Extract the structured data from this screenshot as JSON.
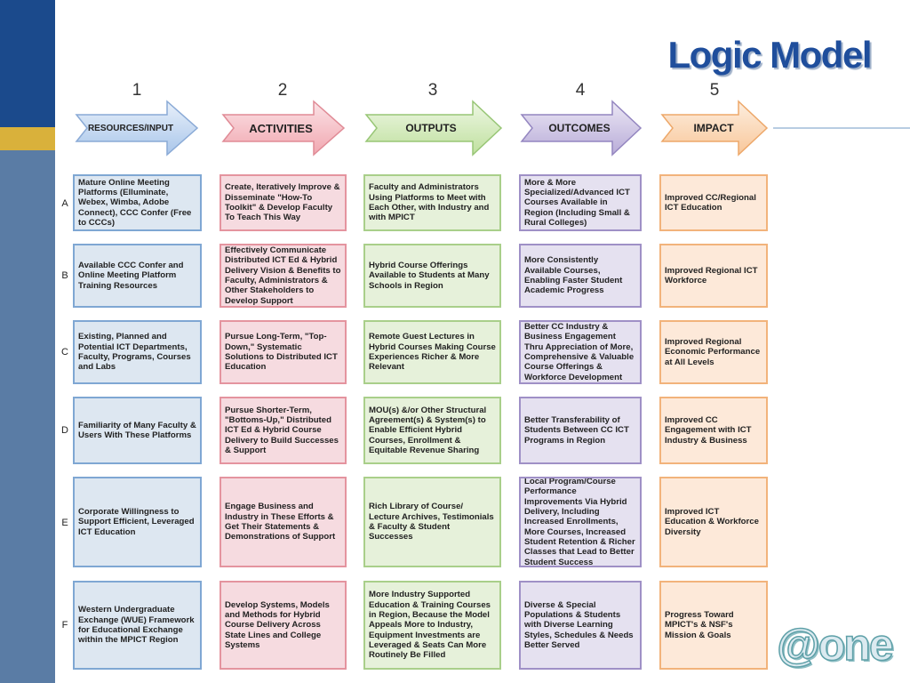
{
  "title": "Logic Model",
  "logo_text": "@one",
  "columns": [
    {
      "number": "1",
      "label": "RESOURCES/INPUT"
    },
    {
      "number": "2",
      "label": "ACTIVITIES"
    },
    {
      "number": "3",
      "label": "OUTPUTS"
    },
    {
      "number": "4",
      "label": "OUTCOMES"
    },
    {
      "number": "5",
      "label": "IMPACT"
    }
  ],
  "rows": [
    {
      "letter": "A",
      "cells": [
        "Mature Online Meeting Platforms (Elluminate, Webex, Wimba, Adobe Connect), CCC Confer (Free to CCCs)",
        "Create, Iteratively Improve & Disseminate \"How-To Toolkit\" & Develop Faculty To Teach This Way",
        "Faculty and Administrators Using Platforms to Meet with Each Other, with Industry and with MPICT",
        "More & More Specialized/Advanced ICT Courses Available in Region (Including Small & Rural Colleges)",
        "Improved CC/Regional ICT Education"
      ]
    },
    {
      "letter": "B",
      "cells": [
        "Available CCC Confer and Online Meeting Platform Training Resources",
        "Effectively Communicate Distributed ICT Ed & Hybrid Delivery Vision & Benefits to Faculty, Administrators & Other Stakeholders to Develop Support",
        "Hybrid Course Offerings Available to Students at Many Schools in Region",
        "More Consistently Available Courses, Enabling Faster Student Academic Progress",
        "Improved Regional ICT Workforce"
      ]
    },
    {
      "letter": "C",
      "cells": [
        "Existing, Planned and Potential ICT Departments, Faculty, Programs, Courses and Labs",
        "Pursue Long-Term, \"Top-Down,\" Systematic Solutions to Distributed ICT Education",
        "Remote Guest Lectures in Hybrid Courses Making Course Experiences Richer & More Relevant",
        "Better CC Industry & Business Engagement Thru Appreciation of More, Comprehensive & Valuable Course Offerings & Workforce Development",
        "Improved Regional Economic Performance at All Levels"
      ]
    },
    {
      "letter": "D",
      "cells": [
        "Familiarity of Many Faculty & Users With These Platforms",
        "Pursue Shorter-Term, \"Bottoms-Up,\" Distributed ICT Ed & Hybrid Course Delivery to Build Successes & Support",
        "MOU(s) &/or Other Structural Agreement(s) & System(s) to Enable Efficient Hybrid Courses, Enrollment & Equitable Revenue Sharing",
        "Better Transferability of Students Between CC ICT Programs in Region",
        "Improved CC Engagement with ICT Industry & Business"
      ]
    },
    {
      "letter": "E",
      "cells": [
        "Corporate Willingness to Support Efficient, Leveraged ICT Education",
        "Engage Business and Industry in These Efforts & Get Their Statements & Demonstrations of Support",
        "Rich Library of Course/ Lecture Archives, Testimonials & Faculty & Student Successes",
        "Local Program/Course Performance Improvements Via Hybrid Delivery, Including Increased Enrollments, More Courses, Increased Student Retention & Richer Classes that Lead to Better Student Success",
        "Improved ICT Education & Workforce Diversity"
      ]
    },
    {
      "letter": "F",
      "cells": [
        "Western Undergraduate Exchange (WUE) Framework for Educational Exchange within the MPICT Region",
        "Develop Systems, Models and Methods for Hybrid Course Delivery Across State Lines and College Systems",
        "More Industry Supported Education & Training Courses in Region, Because the Model Appeals More to Industry, Equipment Investments are Leveraged & Seats Can More Routinely Be Filled",
        "Diverse & Special Populations & Students with Diverse Learning Styles, Schedules & Needs Better Served",
        "Progress Toward MPICT's & NSF's Mission & Goals"
      ]
    }
  ],
  "colors": {
    "title": "#1f4e9c",
    "col1_fill": "#dde7f1",
    "col1_border": "#7fa7d3",
    "col2_fill": "#f6dbe0",
    "col2_border": "#e4949f",
    "col3_fill": "#e6f1da",
    "col3_border": "#a9cf8a",
    "col4_fill": "#e5e1f0",
    "col4_border": "#9f90c6",
    "col5_fill": "#fde9d9",
    "col5_border": "#f2b37b"
  }
}
